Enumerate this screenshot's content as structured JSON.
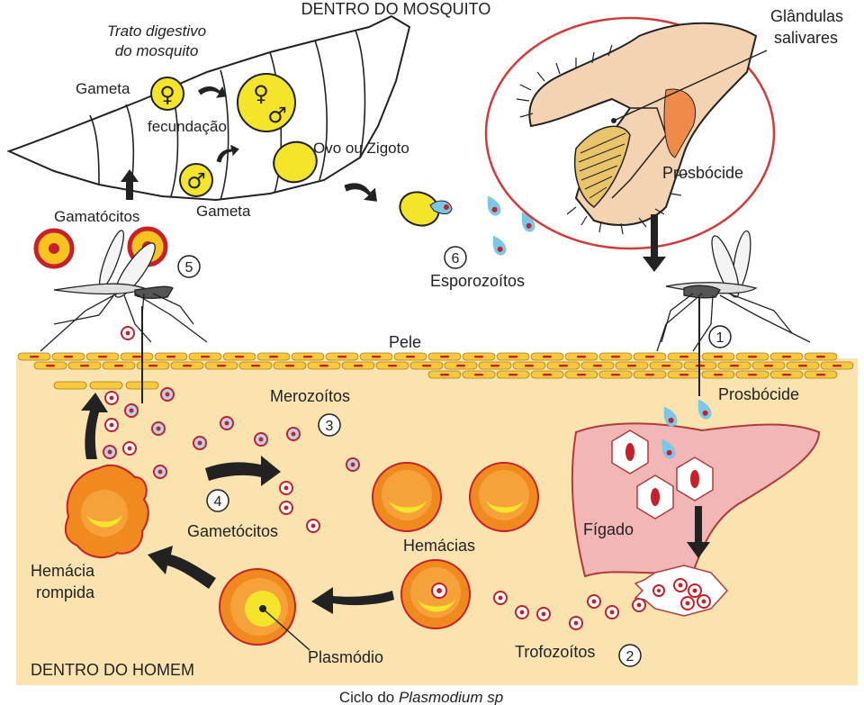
{
  "regions": {
    "mosquito": "DENTRO DO MOSQUITO",
    "human": "DENTRO DO HOMEM"
  },
  "labels": {
    "digestive_line1": "Trato digestivo",
    "digestive_line2": "do mosquito",
    "gamete_top": "Gameta",
    "gamete_bottom": "Gameta",
    "fertilization": "fecundação",
    "zygote": "Ovo ou Zigoto",
    "gametocytes_top": "Gamatócitos",
    "salivary_line1": "Glândulas",
    "salivary_line2": "salivares",
    "proboscis_top": "Prosbócide",
    "sporozoites": "Esporozoítos",
    "skin": "Pele",
    "proboscis_bottom": "Prosbócide",
    "merozoites": "Merozoítos",
    "gametocytes_bottom": "Gametócitos",
    "red_cells": "Hemácias",
    "liver": "Fígado",
    "burst_line1": "Hemácia",
    "burst_line2": "rompida",
    "plasmodium": "Plasmódio",
    "trophozoites": "Trofozoítos"
  },
  "steps": [
    "1",
    "2",
    "3",
    "4",
    "5",
    "6"
  ],
  "caption": {
    "prefix": "Ciclo do ",
    "species": "Plasmodium sp"
  },
  "colors": {
    "tissue": "#fbe3b0",
    "skin_cells": "#f7c93e",
    "rbc_outer": "#f08a1e",
    "rbc_inner": "#f5c51d",
    "gamete_yellow": "#f5e52a",
    "liver": "#f2b6b6",
    "sporozoite": "#7cc7e8",
    "parasite_red": "#c8202a",
    "zoom_border": "#d43a3a"
  }
}
